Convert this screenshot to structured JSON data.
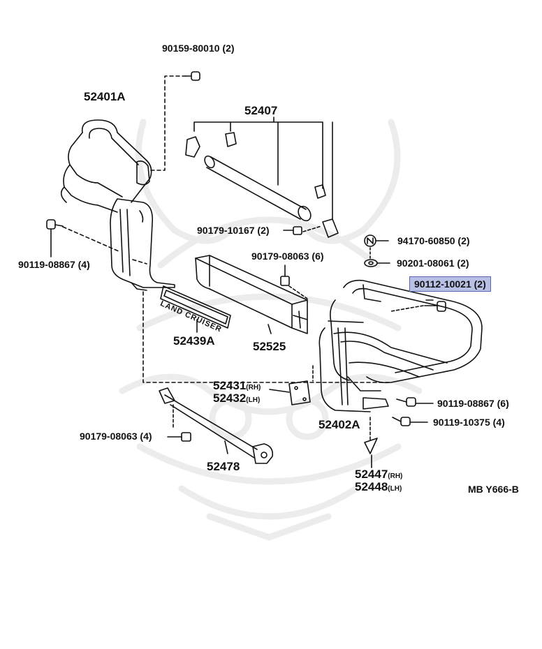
{
  "diagram_code": "MB  Y666-B",
  "highlighted_part": "90112-10021 (2)",
  "labels": {
    "p90159": "90159-80010 (2)",
    "p52401A": "52401A",
    "p52407": "52407",
    "p90179_10167": "90179-10167 (2)",
    "p94170": "94170-60850 (2)",
    "p90201": "90201-08061 (2)",
    "p90112": "90112-10021 (2)",
    "p90119_08867_l": "90119-08867 (4)",
    "p90179_08063_6": "90179-08063 (6)",
    "p52439A": "52439A",
    "p52525": "52525",
    "p52431": "52431",
    "p52431_sub": "(RH)",
    "p52432": "52432",
    "p52432_sub": "(LH)",
    "p52402A": "52402A",
    "p90119_08867_r": "90119-08867 (6)",
    "p90119_10375": "90119-10375 (4)",
    "p90179_08063_4": "90179-08063 (4)",
    "p52478": "52478",
    "p52447": "52447",
    "p52447_sub": "(RH)",
    "p52448": "52448",
    "p52448_sub": "(LH)",
    "emblem_text": "LAND CRUISER"
  },
  "colors": {
    "ink": "#111111",
    "watermark": "#ececec",
    "highlight_bg": "#b9c0e6",
    "highlight_border": "#5a63b0"
  },
  "icons": [
    "nut-symbol-icon",
    "washer-icon",
    "bolt-icon",
    "clip-icon"
  ]
}
